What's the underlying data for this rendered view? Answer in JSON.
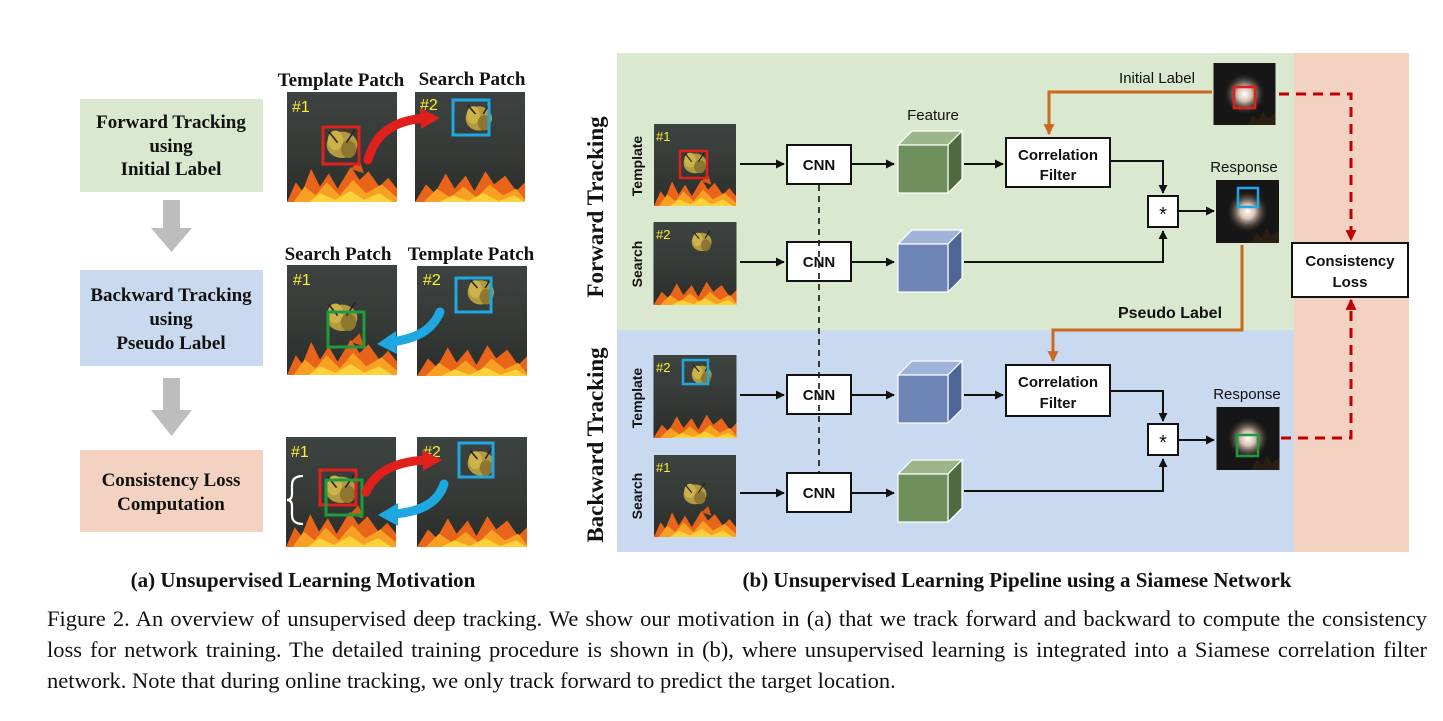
{
  "colors": {
    "forward_bg": "#d9e8cf",
    "backward_bg": "#c9d9ef",
    "loss_bg": "#f3d2c1",
    "box_green": "#d9e8cf",
    "box_blue": "#c9d9ef",
    "box_peach": "#f3d2c1",
    "red": "#e0201c",
    "blue": "#1ea7e0",
    "green": "#1f9a3c",
    "orange": "#c8691e",
    "dashed_red": "#c00000",
    "cube_green": "#6f8f5c",
    "cube_blue": "#6d84b6",
    "label_yellow": "#ffee33"
  },
  "panel_a": {
    "step1": [
      "Forward Tracking",
      "using",
      "Initial Label"
    ],
    "step2": [
      "Backward Tracking",
      "using",
      "Pseudo Label"
    ],
    "step3": [
      "Consistency Loss",
      "Computation"
    ],
    "row1_left_header": "Template Patch",
    "row1_right_header": "Search Patch",
    "row2_left_header": "Search Patch",
    "row2_right_header": "Template Patch",
    "frame1_tag": "#1",
    "frame2_tag": "#2",
    "subtitle": "(a)  Unsupervised Learning Motivation"
  },
  "panel_b": {
    "forward_label": "Forward  Tracking",
    "backward_label": "Backward  Tracking",
    "template_label": "Template",
    "search_label": "Search",
    "cnn": "CNN",
    "feature_label": "Feature",
    "cf_line1": "Correlation",
    "cf_line2": "Filter",
    "initial_label": "Initial Label",
    "response_label": "Response",
    "pseudo_label": "Pseudo Label",
    "loss_line1": "Consistency",
    "loss_line2": "Loss",
    "multiply": "*",
    "subtitle": "(b)  Unsupervised Learning Pipeline using a Siamese Network"
  },
  "caption": "Figure 2. An overview of unsupervised deep tracking. We show our motivation in (a) that we track forward and backward to compute the consistency loss for network training. The detailed training procedure is shown in (b), where unsupervised learning is integrated into a Siamese correlation filter network. Note that during online tracking, we only track forward to predict the target location."
}
